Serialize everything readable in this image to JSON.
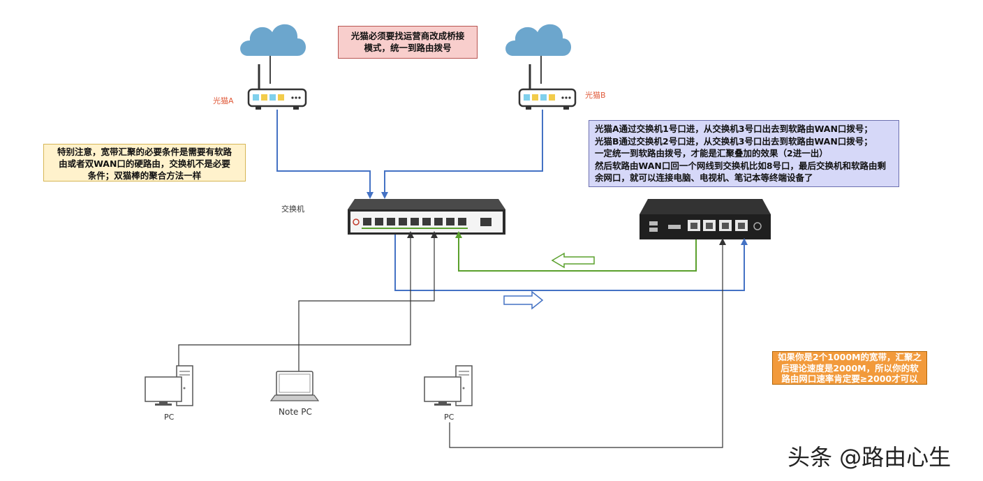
{
  "labels": {
    "modem_a": "光猫A",
    "modem_b": "光猫B",
    "switch": "交换机",
    "pc_left": "PC",
    "note_pc": "Note PC",
    "pc_right": "PC"
  },
  "notes": {
    "bridge_note": [
      "光猫必须要找运营商改成桥接",
      "模式，统一到路由拨号"
    ],
    "requirement_note": [
      "特别注意，宽带汇聚的必要条件是需要有软路",
      "由或者双WAN口的硬路由，交换机不是必要",
      "条件；双猫棒的聚合方法一样"
    ],
    "wiring_note": [
      "光猫A通过交换机1号口进，从交换机3号口出去到软路由WAN口拨号；",
      "光猫B通过交换机2号口进，从交换机3号口出去到软路由WAN口拨号；",
      "一定统一到软路由拨号，才能是汇聚叠加的效果（2进一出）",
      "然后软路由WAN口回一个网线到交换机比如8号口，最后交换机和软路由剩",
      "余网口，就可以连接电脑、电视机、笔记本等终端设备了"
    ],
    "speed_note": [
      "如果你是2个1000M的宽带，汇聚之",
      "后理论速度是2000M，所以你的软",
      "路由网口速率肯定要≥2000才可以"
    ]
  },
  "watermark": "头条 @路由心生",
  "colors": {
    "cloud": "#6ca6cd",
    "blue_line": "#4472c4",
    "green_line": "#5aa02c",
    "black_line": "#333333",
    "device_dark": "#2b2b2b"
  }
}
